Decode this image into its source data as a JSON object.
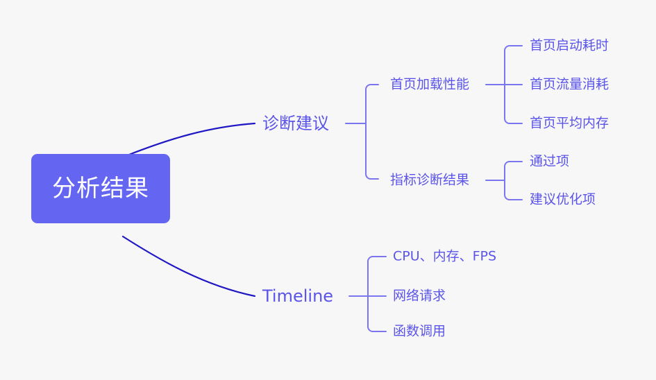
{
  "diagram": {
    "type": "mindmap",
    "background_color": "#f7f7f8",
    "root_fill_color": "#6466f1",
    "root_text_color": "#ffffff",
    "node_text_color": "#5b54e8",
    "primary_edge_color": "#1f18c4",
    "branch_edge_color": "#7b76ef",
    "root": {
      "label": "分析结果"
    },
    "branches": [
      {
        "label": "诊断建议",
        "children": [
          {
            "label": "首页加载性能",
            "children": [
              {
                "label": "首页启动耗时"
              },
              {
                "label": "首页流量消耗"
              },
              {
                "label": "首页平均内存"
              }
            ]
          },
          {
            "label": "指标诊断结果",
            "children": [
              {
                "label": "通过项"
              },
              {
                "label": "建议优化项"
              }
            ]
          }
        ]
      },
      {
        "label": "Timeline",
        "children": [
          {
            "label": "CPU、内存、FPS"
          },
          {
            "label": "网络请求"
          },
          {
            "label": "函数调用"
          }
        ]
      }
    ]
  }
}
